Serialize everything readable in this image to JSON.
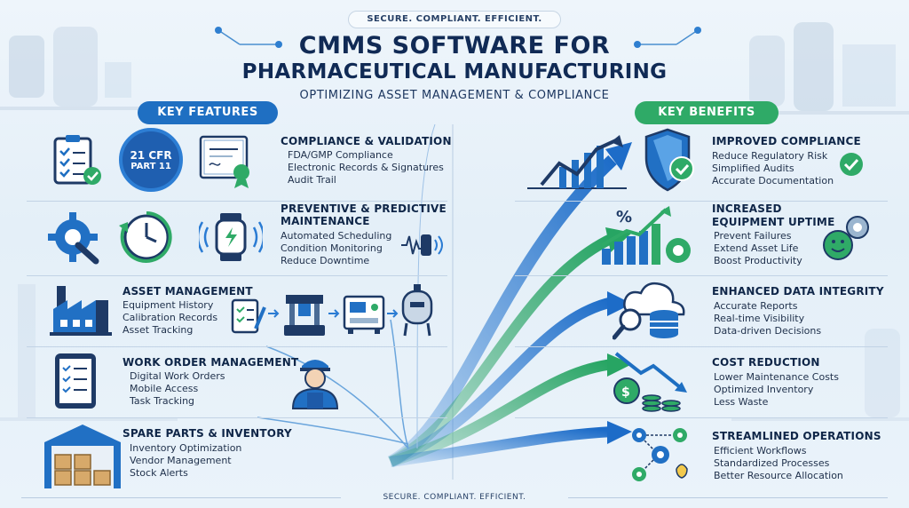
{
  "header": {
    "tagline": "SECURE. COMPLIANT. EFFICIENT.",
    "title_line1": "CMMS SOFTWARE FOR",
    "title_line2": "PHARMACEUTICAL MANUFACTURING",
    "subtitle": "OPTIMIZING ASSET MANAGEMENT & COMPLIANCE"
  },
  "features": {
    "label": "KEY FEATURES",
    "cfr_badge_line1": "21 CFR",
    "cfr_badge_line2": "PART 11",
    "items": [
      {
        "title_l1": "COMPLIANCE & VALIDATION",
        "title_l2": "",
        "points": [
          "FDA/GMP Compliance",
          "Electronic Records & Signatures",
          "Audit Trail"
        ]
      },
      {
        "title_l1": "PREVENTIVE & PREDICTIVE",
        "title_l2": "MAINTENANCE",
        "points": [
          "Automated Scheduling",
          "Condition Monitoring",
          "Reduce Downtime"
        ]
      },
      {
        "title_l1": "ASSET MANAGEMENT",
        "title_l2": "",
        "points": [
          "Equipment History",
          "Calibration Records",
          "Asset Tracking"
        ]
      },
      {
        "title_l1": "WORK ORDER MANAGEMENT",
        "title_l2": "",
        "points": [
          "Digital Work Orders",
          "Mobile Access",
          "Task Tracking"
        ]
      },
      {
        "title_l1": "SPARE PARTS & INVENTORY",
        "title_l2": "",
        "points": [
          "Inventory Optimization",
          "Vendor Management",
          "Stock Alerts"
        ]
      }
    ]
  },
  "benefits": {
    "label": "KEY BENEFITS",
    "items": [
      {
        "title_l1": "IMPROVED COMPLIANCE",
        "title_l2": "",
        "points": [
          "Reduce Regulatory Risk",
          "Simplified Audits",
          "Accurate Documentation"
        ]
      },
      {
        "title_l1": "INCREASED",
        "title_l2": "EQUIPMENT UPTIME",
        "points": [
          "Prevent Failures",
          "Extend Asset Life",
          "Boost Productivity"
        ]
      },
      {
        "title_l1": "ENHANCED DATA INTEGRITY",
        "title_l2": "",
        "points": [
          "Accurate Reports",
          "Real-time Visibility",
          "Data-driven Decisions"
        ]
      },
      {
        "title_l1": "COST REDUCTION",
        "title_l2": "",
        "points": [
          "Lower Maintenance Costs",
          "Optimized Inventory",
          "Less Waste"
        ]
      },
      {
        "title_l1": "STREAMLINED OPERATIONS",
        "title_l2": "",
        "points": [
          "Efficient Workflows",
          "Standardized Processes",
          "Better Resource Allocation"
        ]
      }
    ]
  },
  "colors": {
    "features_accent": "#1f6fc2",
    "benefits_accent": "#2faa67",
    "title_text": "#102a55"
  }
}
